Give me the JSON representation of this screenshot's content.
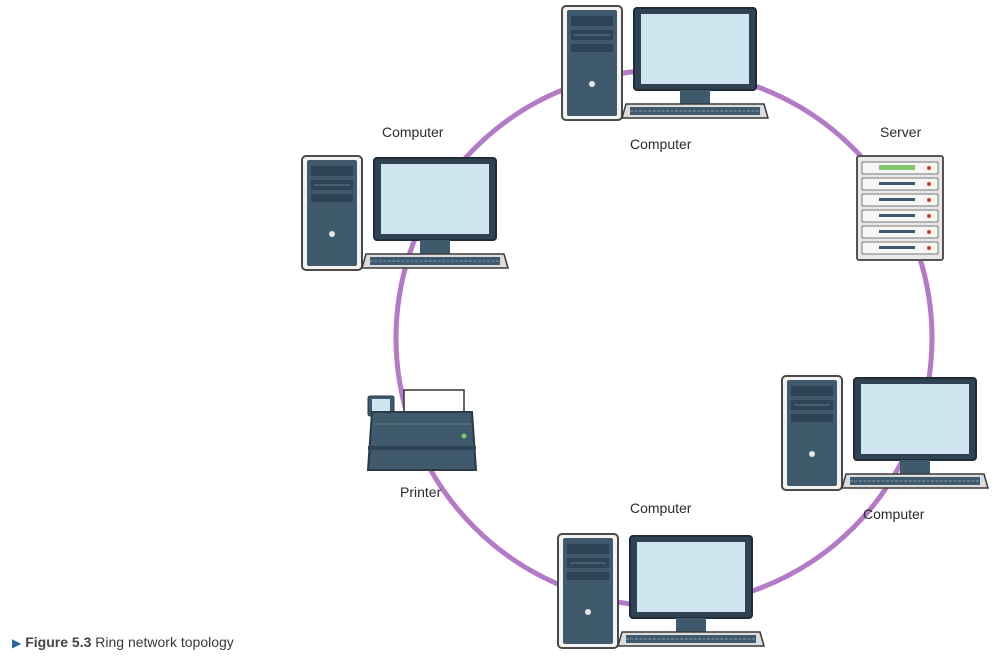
{
  "diagram": {
    "ring_color": "#b47ac8",
    "device_color": "#3f5a6c",
    "screen_color": "#cfe6f0",
    "nodes": [
      {
        "label": "Computer",
        "icon": "computer-icon"
      },
      {
        "label": "Server",
        "icon": "server-icon"
      },
      {
        "label": "Computer",
        "icon": "computer-icon"
      },
      {
        "label": "Computer",
        "icon": "computer-icon"
      },
      {
        "label": "Printer",
        "icon": "printer-icon"
      },
      {
        "label": "Computer",
        "icon": "computer-icon"
      }
    ]
  },
  "caption": {
    "arrow_icon": "triangle-right-icon",
    "figure_number": "Figure 5.3",
    "text": "Ring network topology"
  }
}
